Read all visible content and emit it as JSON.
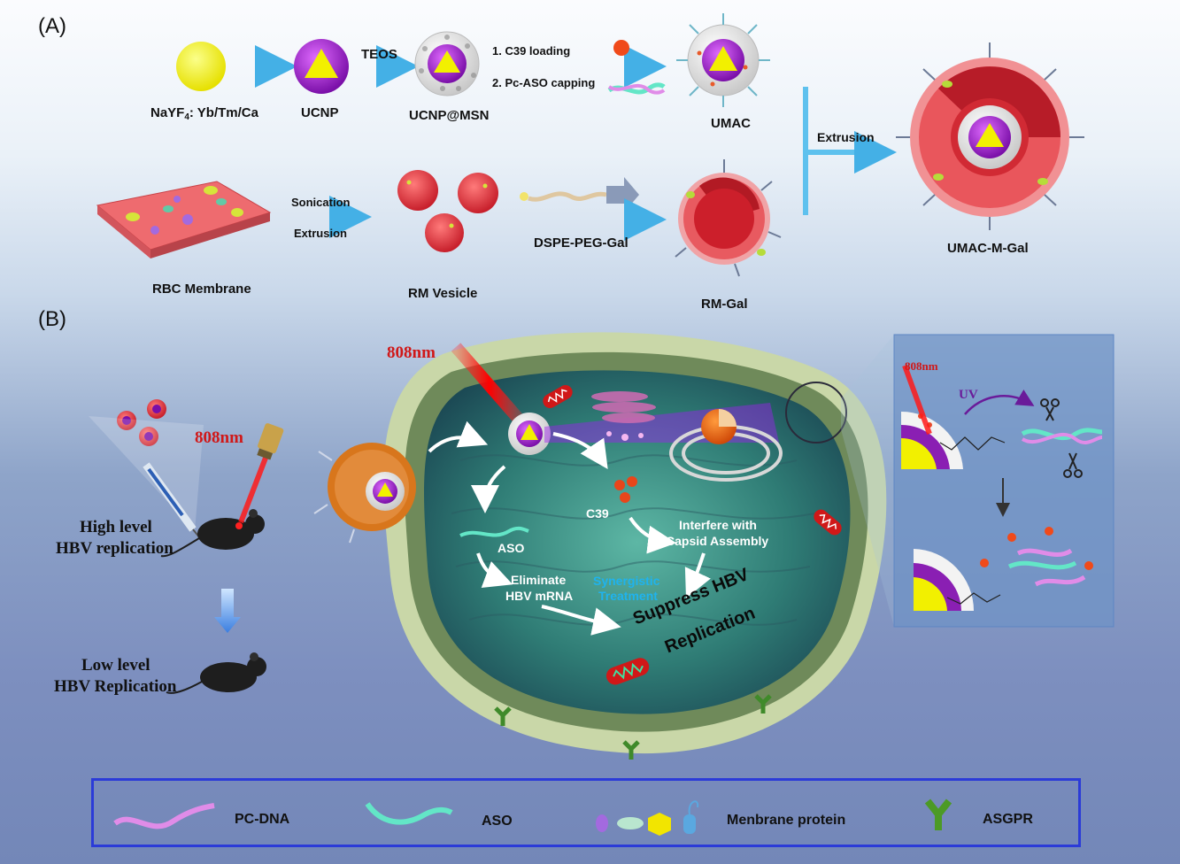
{
  "panel_a": {
    "label": "(A)",
    "nayf4_label": "NaYF",
    "nayf4_sub": "4",
    "nayf4_rest": ": Yb/Tm/Ca",
    "ucnp_label": "UCNP",
    "teos_label": "TEOS",
    "ucnp_msn_label": "UCNP@MSN",
    "step1_label": "1. C39  loading",
    "step2_label": "2. Pc-ASO capping",
    "umac_label": "UMAC",
    "extrusion_right_label": "Extrusion",
    "umac_m_gal_label": "UMAC-M-Gal",
    "rbc_label": "RBC Membrane",
    "sonication_label": "Sonication",
    "extrusion_label": "Extrusion",
    "rm_vesicle_label": "RM Vesicle",
    "dspe_label": "DSPE-PEG-Gal",
    "rm_gal_label": "RM-Gal"
  },
  "panel_b": {
    "label": "(B)",
    "laser_top_label": "808nm",
    "laser_mouse_label": "808nm",
    "high_level_line1": "High level",
    "high_level_line2": "HBV replication",
    "low_level_line1": "Low level",
    "low_level_line2": "HBV Replication",
    "c39_label": "C39",
    "aso_label": "ASO",
    "eliminate_line1": "Eliminate",
    "eliminate_line2": "HBV mRNA",
    "interfere_line1": "Interfere with",
    "interfere_line2": "Capsid Assembly",
    "synergistic_line1": "Synergistic",
    "synergistic_line2": "Treatment",
    "suppress_line1": "Suppress HBV",
    "suppress_line2": "Replication",
    "inset_laser_label": "808nm",
    "inset_uv_label": "UV"
  },
  "legend": {
    "pc_dna": "PC-DNA",
    "aso": "ASO",
    "membrane_protein": "Menbrane protein",
    "asgpr": "ASGPR"
  }
}
